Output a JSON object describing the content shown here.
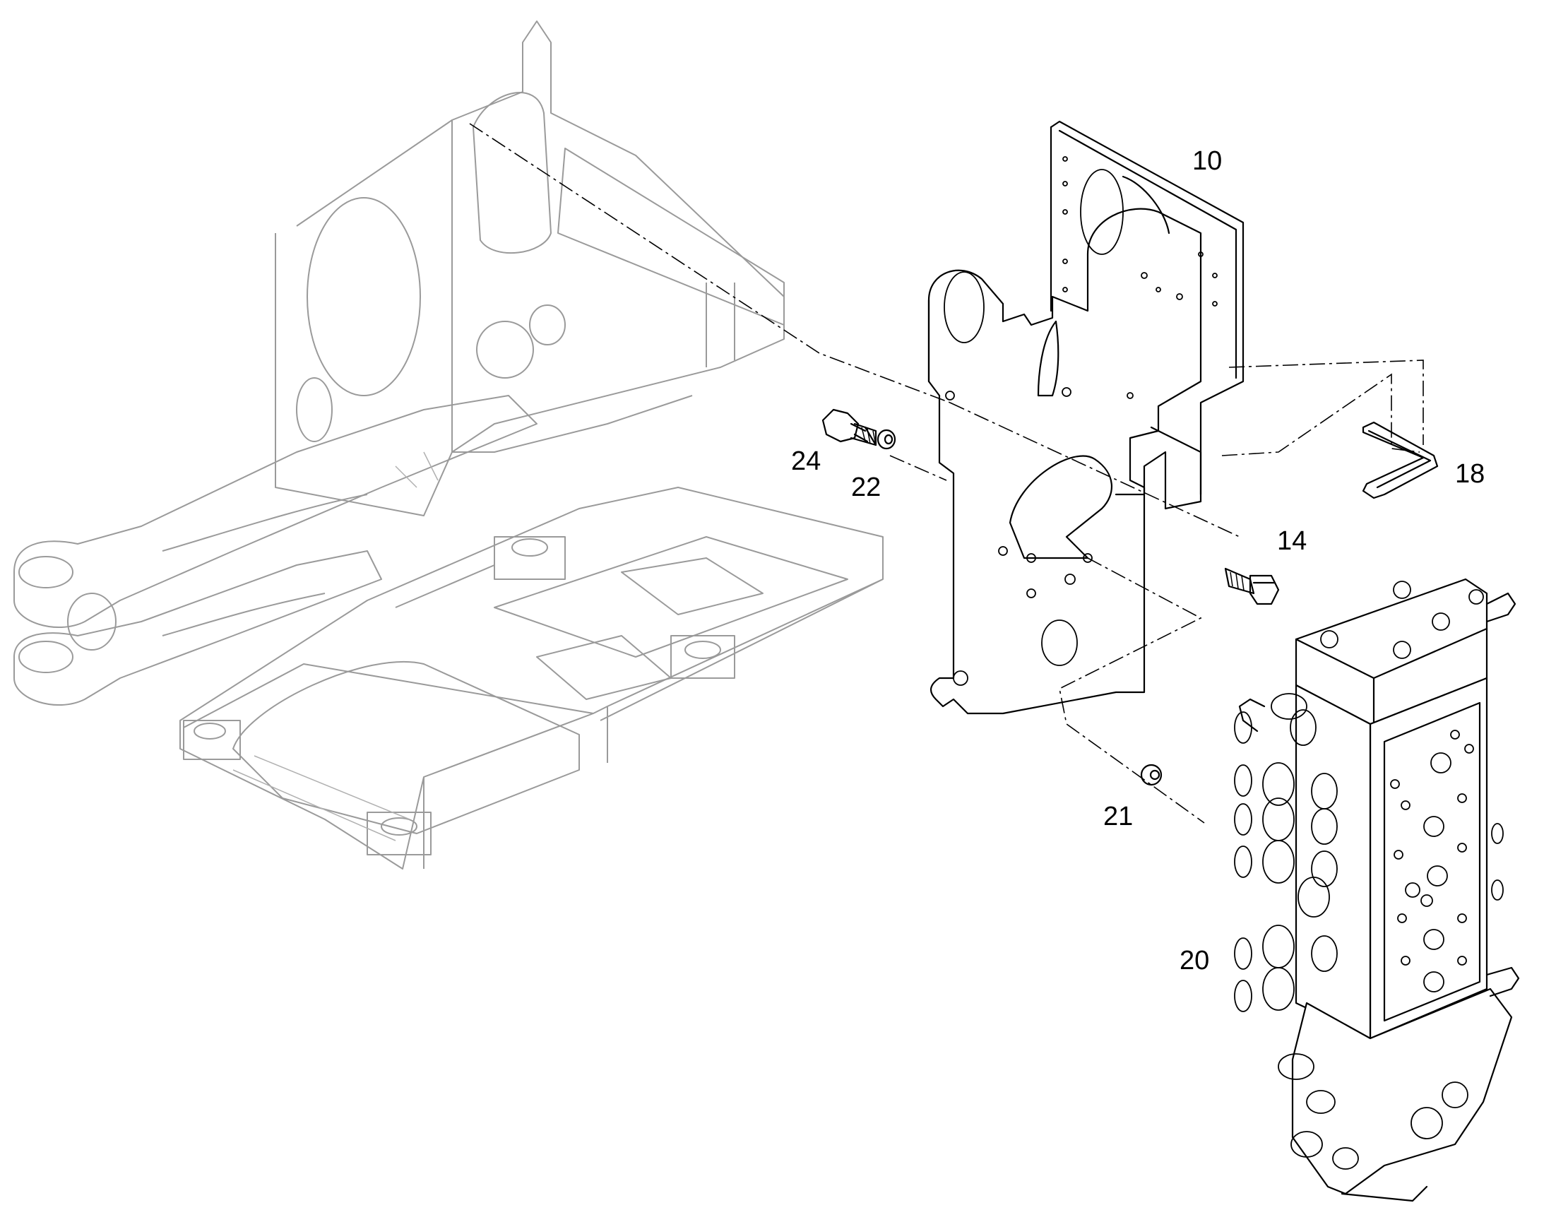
{
  "callouts": [
    {
      "id": "10",
      "text": "10"
    },
    {
      "id": "14",
      "text": "14"
    },
    {
      "id": "18",
      "text": "18"
    },
    {
      "id": "20",
      "text": "20"
    },
    {
      "id": "21",
      "text": "21"
    },
    {
      "id": "22",
      "text": "22"
    },
    {
      "id": "24",
      "text": "24"
    }
  ],
  "colors": {
    "background": "#ffffff",
    "part_ink": "#000000",
    "frame_ink": "#9a9a9a"
  }
}
